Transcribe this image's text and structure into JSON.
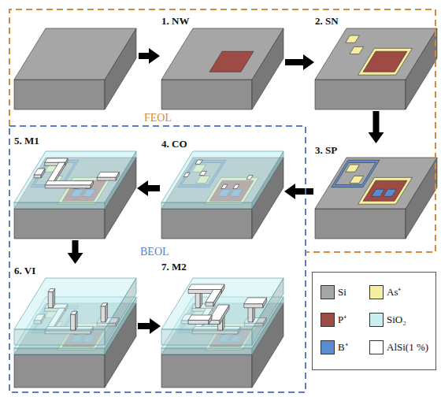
{
  "diagram": {
    "nodes": [
      {
        "text": [
          "FEOL"
        ]
      },
      {
        "text": [
          "1. NW"
        ],
        "in": 0
      },
      {
        "text": [
          "2. SN"
        ],
        "in": 0
      },
      {
        "text": [
          "3. SP"
        ],
        "in": 0
      },
      {
        "text": [
          "BEOL"
        ]
      },
      {
        "text": [
          "4. CO"
        ],
        "in": 4
      },
      {
        "text": [
          "5. M1"
        ],
        "in": 4
      },
      {
        "text": [
          "6. VI"
        ],
        "in": 4
      },
      {
        "text": [
          "7. M2"
        ],
        "in": 4
      }
    ],
    "edges": [
      {
        "from": 1,
        "to": 2,
        "arrow": "to"
      },
      {
        "from": 2,
        "to": 3,
        "arrow": "to"
      },
      {
        "from": 3,
        "to": 5,
        "arrow": "to"
      },
      {
        "from": 5,
        "to": 6,
        "arrow": "to"
      },
      {
        "from": 6,
        "to": 7,
        "arrow": "to"
      },
      {
        "from": 7,
        "to": 8,
        "arrow": "to"
      }
    ],
    "legend": [
      {
        "text": "Si",
        "color": "#a6a6a6"
      },
      {
        "text": "P⁺",
        "color": "#9e4a45"
      },
      {
        "text": "B⁺",
        "color": "#5b8bd0"
      },
      {
        "text": "As⁺",
        "color": "#f6eea0"
      },
      {
        "text": "SiO₂",
        "color": "#c8f0f2"
      },
      {
        "text": "AlSi(1 %)",
        "color": "#ffffff"
      }
    ]
  }
}
